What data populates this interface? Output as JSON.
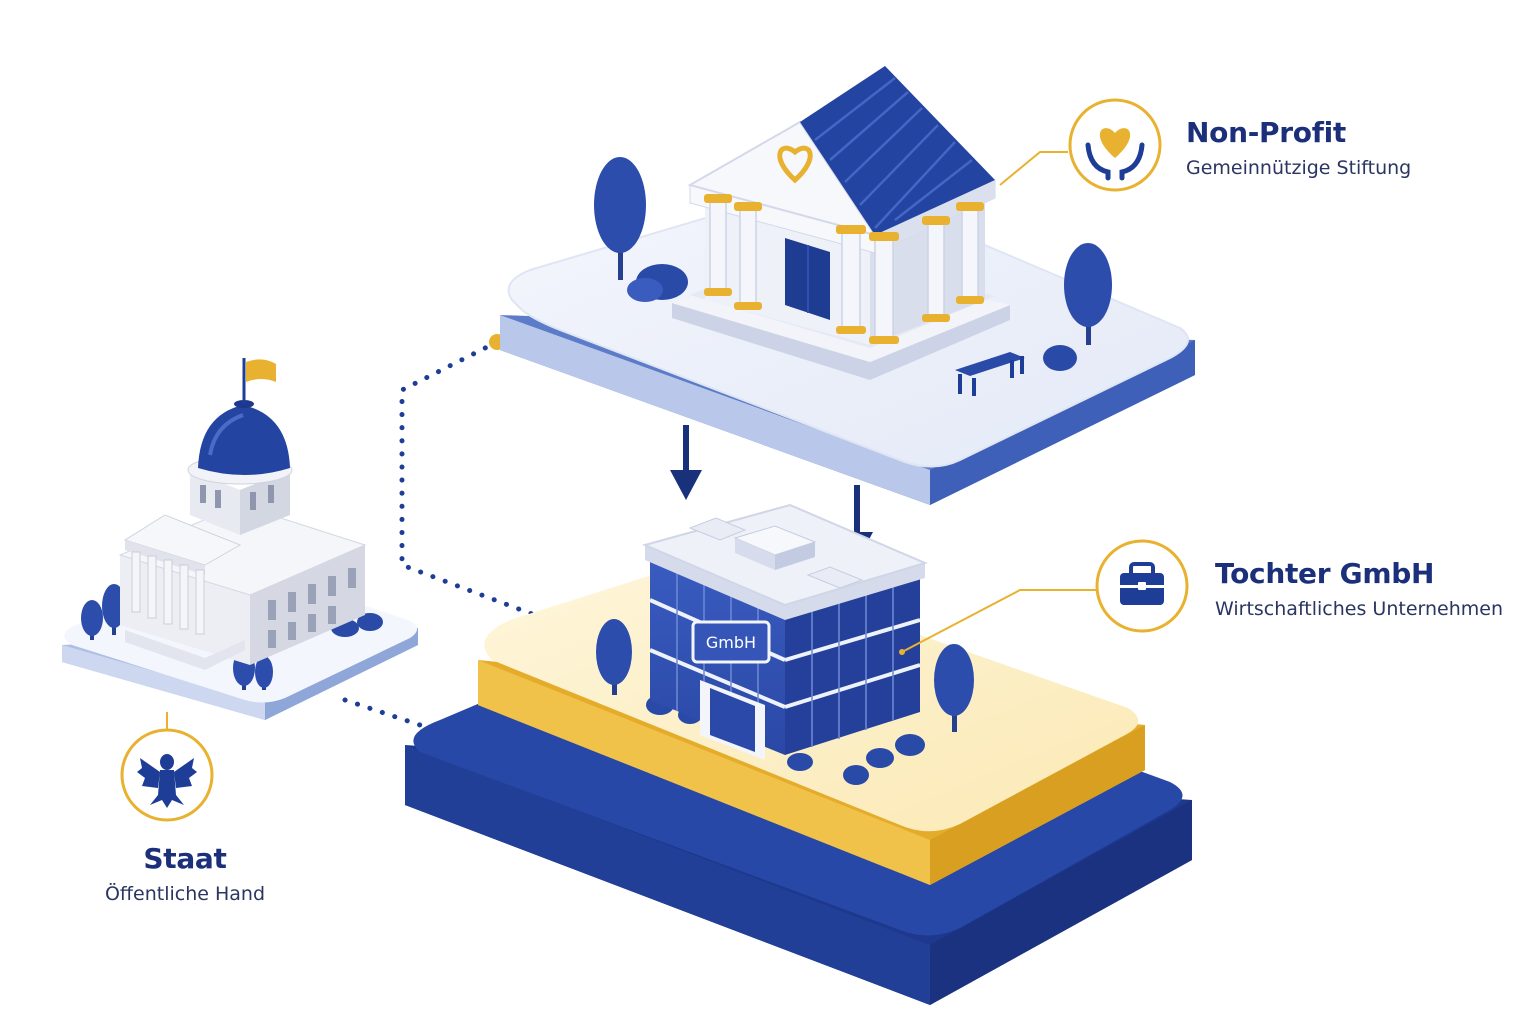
{
  "colors": {
    "navy": "#1e3d96",
    "navy_dark": "#19307a",
    "blue_mid": "#3657b5",
    "blue_light": "#8fa6d8",
    "gold": "#e8b230",
    "gold_light": "#fdf1c9",
    "grey_building": "#e4e6ee",
    "white": "#ffffff"
  },
  "entities": {
    "nonprofit": {
      "title": "Non-Profit",
      "subtitle": "Gemeinnützige Stiftung",
      "icon": "heart-hands-icon"
    },
    "tochter": {
      "title": "Tochter GmbH",
      "subtitle": "Wirtschaftliches Unternehmen",
      "icon": "briefcase-icon",
      "building_sign": "GmbH"
    },
    "staat": {
      "title": "Staat",
      "subtitle": "Öffentliche Hand",
      "icon": "federal-eagle-icon"
    }
  }
}
